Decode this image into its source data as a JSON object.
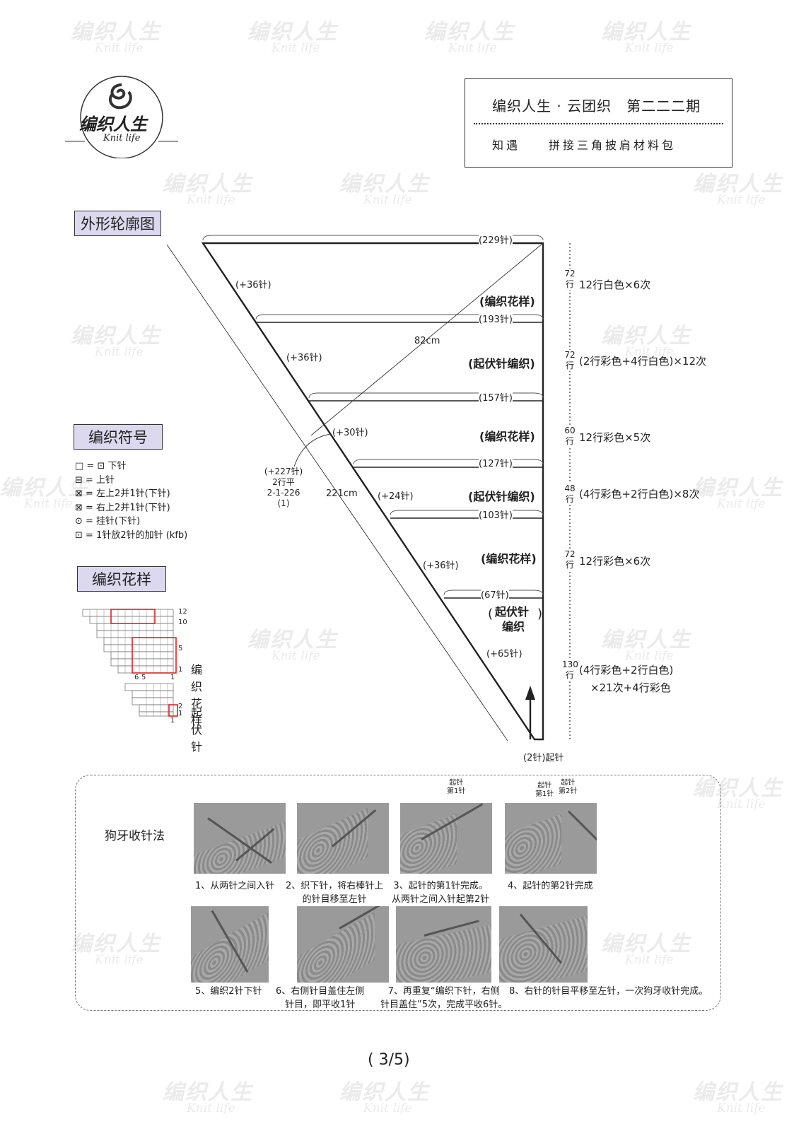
{
  "logo": {
    "cn": "编织人生",
    "en": "Knit life"
  },
  "header": {
    "line1": "编织人生 · 云团织　第二二二期",
    "line2": "知遇　　拼接三角披肩材料包"
  },
  "sections": {
    "outline": "外形轮廓图",
    "symbols": "编织符号",
    "pattern": "编织花样"
  },
  "symbols": [
    "□ = ⊡ 下针",
    "⊟ = 上针",
    "⊠ = 左上2并1针(下针)",
    "⊠ = 右上2并1针(下针)",
    "⊙ = 挂针(下针)",
    "⊡ = 1针放2针的加针 (kfb)"
  ],
  "diagram": {
    "widths": [
      "(229针)",
      "(193针)",
      "(157针)",
      "(127针)",
      "(103针)",
      "(67针)"
    ],
    "edge_incs": [
      "(+36针)",
      "(+36针)",
      "(+30针)",
      "(+24针)",
      "(+36针)",
      "(+65针)"
    ],
    "sections": [
      "(编织花样)",
      "(起伏针编织)",
      "(编织花样)",
      "(起伏针编织)",
      "(编织花样)",
      "起伏针",
      "编织"
    ],
    "rows": [
      "72",
      "72",
      "60",
      "48",
      "72",
      "130"
    ],
    "row_unit": "行",
    "row_notes": [
      "12行白色×6次",
      "(2行彩色+4行白色)×12次",
      "12行彩色×5次",
      "(4行彩色+2行白色)×8次",
      "12行彩色×6次",
      "(4行彩色+2行白色)",
      "×21次+4行彩色"
    ],
    "dim_82": "82cm",
    "dim_221": "221cm",
    "left_note": [
      "(+227针)",
      "2行平",
      "2-1-226",
      "(1)"
    ],
    "cast_on": "(2针)起针"
  },
  "chart": {
    "row_labels": [
      "12",
      "10",
      "5",
      "1",
      "2",
      "1"
    ],
    "col_labels": [
      "6",
      "5",
      "1",
      "1"
    ],
    "label_pattern": "编织花样",
    "label_garter": "起伏针"
  },
  "bindoff": {
    "title": "狗牙收针法",
    "steps": [
      [
        "1、从两针之间入针",
        ""
      ],
      [
        "2、织下针，将右棒针上",
        "的针目移至左针"
      ],
      [
        "3、起针的第1针完成。",
        "从两针之间入针起第2针"
      ],
      [
        "4、起针的第2针完成",
        ""
      ],
      [
        "5、编织2针下针",
        ""
      ],
      [
        "6、右侧针目盖住左侧",
        "针目，即平收1针"
      ],
      [
        "7、再重复“编织下针，右侧",
        "针目盖住”5次，完成平收6针。"
      ],
      [
        "8、右针的针目平移至左针，一次狗牙收针完成。",
        ""
      ]
    ],
    "photo_notes": [
      "起针",
      "第1针",
      "起针",
      "第1针",
      "起针",
      "第2针"
    ]
  },
  "page_number": "( 3/5)"
}
